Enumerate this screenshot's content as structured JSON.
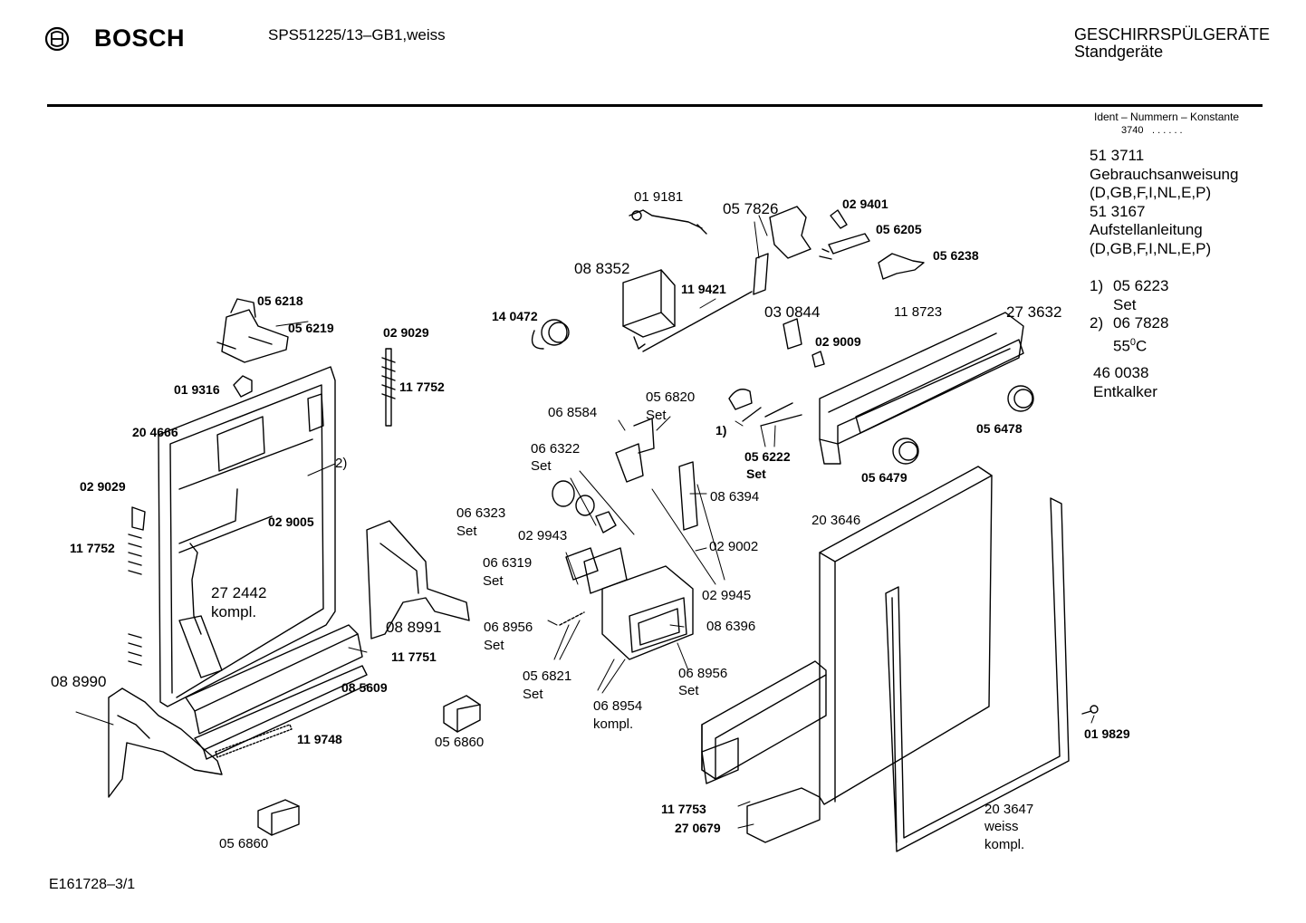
{
  "header": {
    "brand": "BOSCH",
    "model": "SPS51225/13–GB1,weiss",
    "category": "GESCHIRRSPÜLGERÄTE",
    "subcategory": "Standgeräte"
  },
  "ident": {
    "title": "Ident – Nummern – Konstante",
    "prefix": "3740",
    "dots": ". .   . . . ."
  },
  "side_notes": [
    {
      "number": "51 3711",
      "desc": "Gebrauchsanweisung",
      "langs": "(D,GB,F,I,NL,E,P)"
    },
    {
      "number": "51 3167",
      "desc": "Aufstellanleitung",
      "langs": "(D,GB,F,I,NL,E,P)"
    }
  ],
  "footnotes": [
    {
      "mark": "1)",
      "number": "05 6223",
      "note": "Set"
    },
    {
      "mark": "2)",
      "number": "06 7828",
      "note_value": "55",
      "note_sup": "0",
      "note_unit": "C"
    }
  ],
  "extra": {
    "number": "46 0038",
    "desc": "Entkalker"
  },
  "doc_code": "E161728–3/1",
  "parts": [
    "01 9181",
    "05 7826",
    "02 9401",
    "05 6205",
    "05 6238",
    "08 8352",
    "11 9421",
    "14 0472",
    "03 0844",
    "11 8723",
    "27 3632",
    "02 9009",
    "05 6218",
    "05 6219",
    "02 9029",
    "11 7752",
    "01 9316",
    "20 4666",
    "2)",
    "02 9029",
    "02 9005",
    "11 7752",
    "27 2442",
    "kompl.",
    "06 8584",
    "05 6820",
    "Set",
    "06 6322",
    "Set",
    "1)",
    "05 6222",
    "Set",
    "05 6478",
    "05 6479",
    "08 6394",
    "06 6323",
    "Set",
    "02 9943",
    "02 9002",
    "06 6319",
    "Set",
    "02 9945",
    "20 3646",
    "08 8991",
    "06 8956",
    "Set",
    "08 6396",
    "11 7751",
    "05 6821",
    "Set",
    "06 8956",
    "Set",
    "08 8990",
    "08 5609",
    "06 8954",
    "kompl.",
    "11 9748",
    "05 6860",
    "01 9829",
    "11 7753",
    "27 0679",
    "20 3647",
    "weiss",
    "kompl.",
    "05 6860"
  ]
}
